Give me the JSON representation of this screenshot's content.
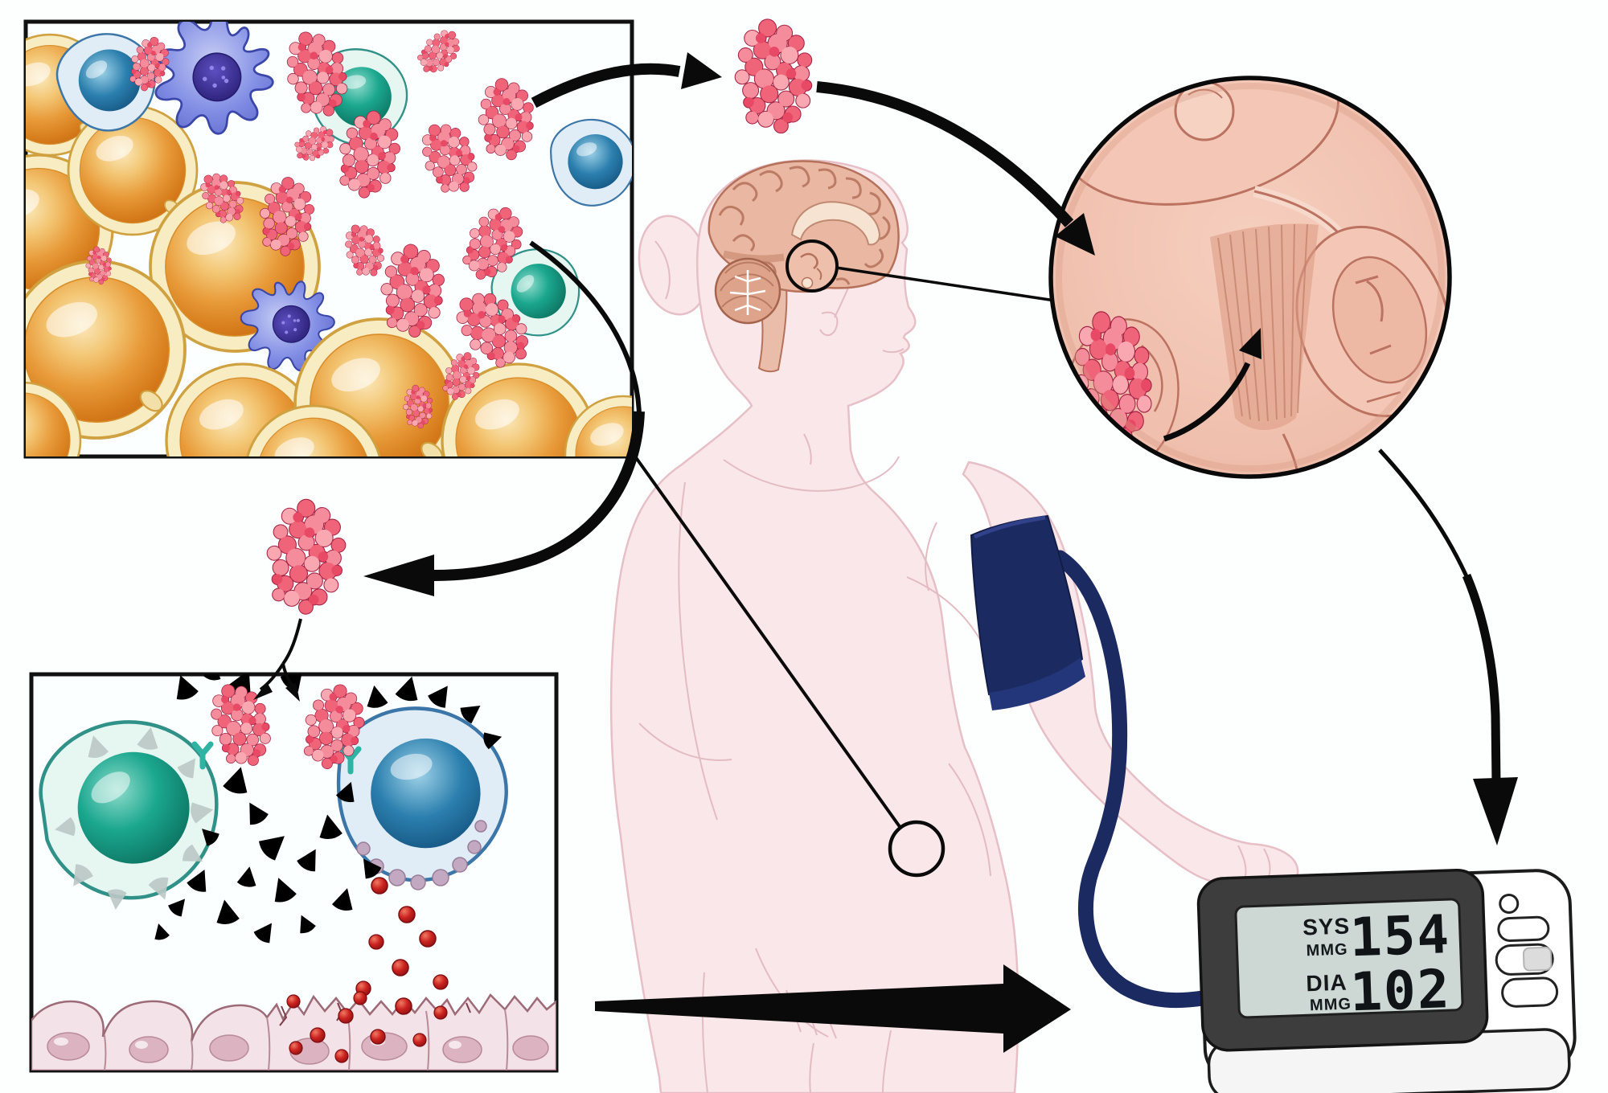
{
  "monitor": {
    "sys": {
      "label": "SYS",
      "unit": "MMG",
      "value": "154"
    },
    "dia": {
      "label": "DIA",
      "unit": "MMG",
      "value": "102"
    }
  },
  "icons": {
    "leptin_molecule": "pink-protein-blob-cluster",
    "adipocyte": "amber-glossy-fat-cell",
    "dendritic_cell": "violet-spiky-immune-cell",
    "teal_lymphocyte": "teal-round-immune-cell",
    "blue_lymphocyte": "blue-round-immune-cell",
    "cytokine": "red-triangle-particle",
    "granule": "red-sphere",
    "receptor": "teal-y-receptor",
    "brain": "sagittal-brain-in-head-silhouette",
    "hypothalamus_inset": "circular-zoom-of-hypothalamus-and-pituitary",
    "bp_cuff": "navy-blood-pressure-cuff",
    "bp_monitor": "digital-blood-pressure-device",
    "flow_arrow": "black-curved-arrow"
  },
  "palette": {
    "background": "#fdfefe",
    "body_pink": "#fae7e9",
    "body_outline": "#e6c0c6",
    "leptin_pink": "#f2788d",
    "leptin_outline": "#a42445",
    "fat_orange": "#e08d26",
    "fat_rim": "#f7ecc2",
    "violet_cell": "#7f8ce3",
    "teal_cell": "#16a58e",
    "blue_cell": "#2b7fae",
    "cytokine_red": "#c6201e",
    "cuff_navy": "#1b2a60",
    "brain_tan": "#e9b7a2",
    "tissue_salmon": "#f1c0ae",
    "monitor_dark": "#3d3d3d",
    "lcd_green": "#cdd7d4",
    "arrow_black": "#0a0a0a"
  }
}
